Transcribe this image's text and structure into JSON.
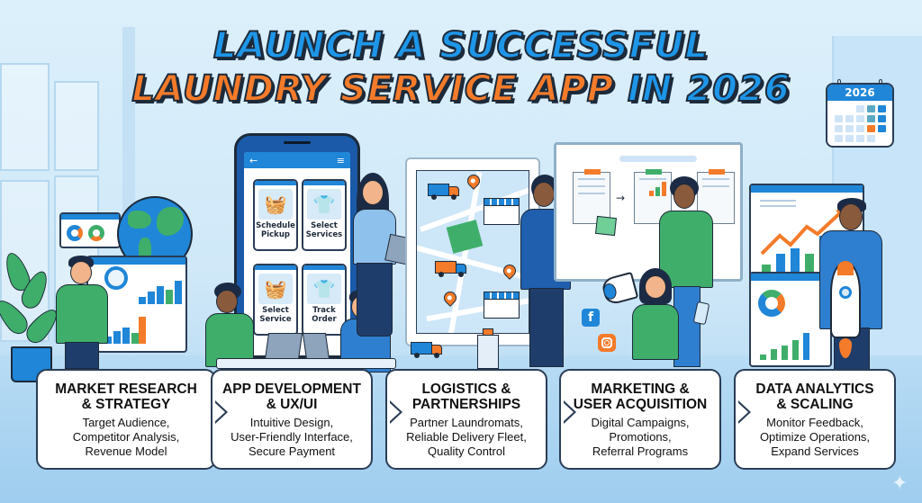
{
  "title": {
    "line1": "LAUNCH A SUCCESSFUL",
    "line2_orange": "LAUNDRY SERVICE APP",
    "line2_blue": "IN 2026"
  },
  "calendar": {
    "year": "2026"
  },
  "phone": {
    "back_icon": "←",
    "menu_icon": "≡",
    "tiles": [
      {
        "label": "Schedule Pickup",
        "icon": "laundry-basket"
      },
      {
        "label": "Select Services",
        "icon": "t-shirt"
      },
      {
        "label": "Select Service",
        "icon": "laundry-basket"
      },
      {
        "label": "Track Order",
        "icon": "t-shirt-pocket"
      }
    ]
  },
  "social_icons": [
    "facebook",
    "instagram"
  ],
  "steps": [
    {
      "title": "MARKET RESEARCH & STRATEGY",
      "title_line1": "MARKET RESEARCH",
      "title_line2": "& STRATEGY",
      "items": [
        "Target Audience,",
        "Competitor Analysis,",
        "Revenue Model"
      ]
    },
    {
      "title": "APP DEVELOPMENT & UX/UI",
      "title_line1": "APP DEVELOPMENT",
      "title_line2": "& UX/UI",
      "items": [
        "Intuitive Design,",
        "User-Friendly Interface,",
        "Secure Payment"
      ]
    },
    {
      "title": "LOGISTICS & PARTNERSHIPS",
      "title_line1": "LOGISTICS &",
      "title_line2": "PARTNERSHIPS",
      "items": [
        "Partner Laundromats,",
        "Reliable Delivery Fleet,",
        "Quality Control"
      ]
    },
    {
      "title": "MARKETING & USER ACQUISITION",
      "title_line1": "MARKETING &",
      "title_line2": "USER ACQUISITION",
      "items": [
        "Digital Campaigns,",
        "Promotions,",
        "Referral Programs"
      ]
    },
    {
      "title": "DATA ANALYTICS & SCALING",
      "title_line1": "DATA ANALYTICS",
      "title_line2": "& SCALING",
      "items": [
        "Monitor Feedback,",
        "Optimize Operations,",
        "Expand Services"
      ]
    }
  ],
  "colors": {
    "blue": "#1e96e8",
    "orange": "#f47b2a",
    "green": "#3fae6a",
    "navy": "#1d2a3a",
    "background": "#d6ecf9"
  }
}
